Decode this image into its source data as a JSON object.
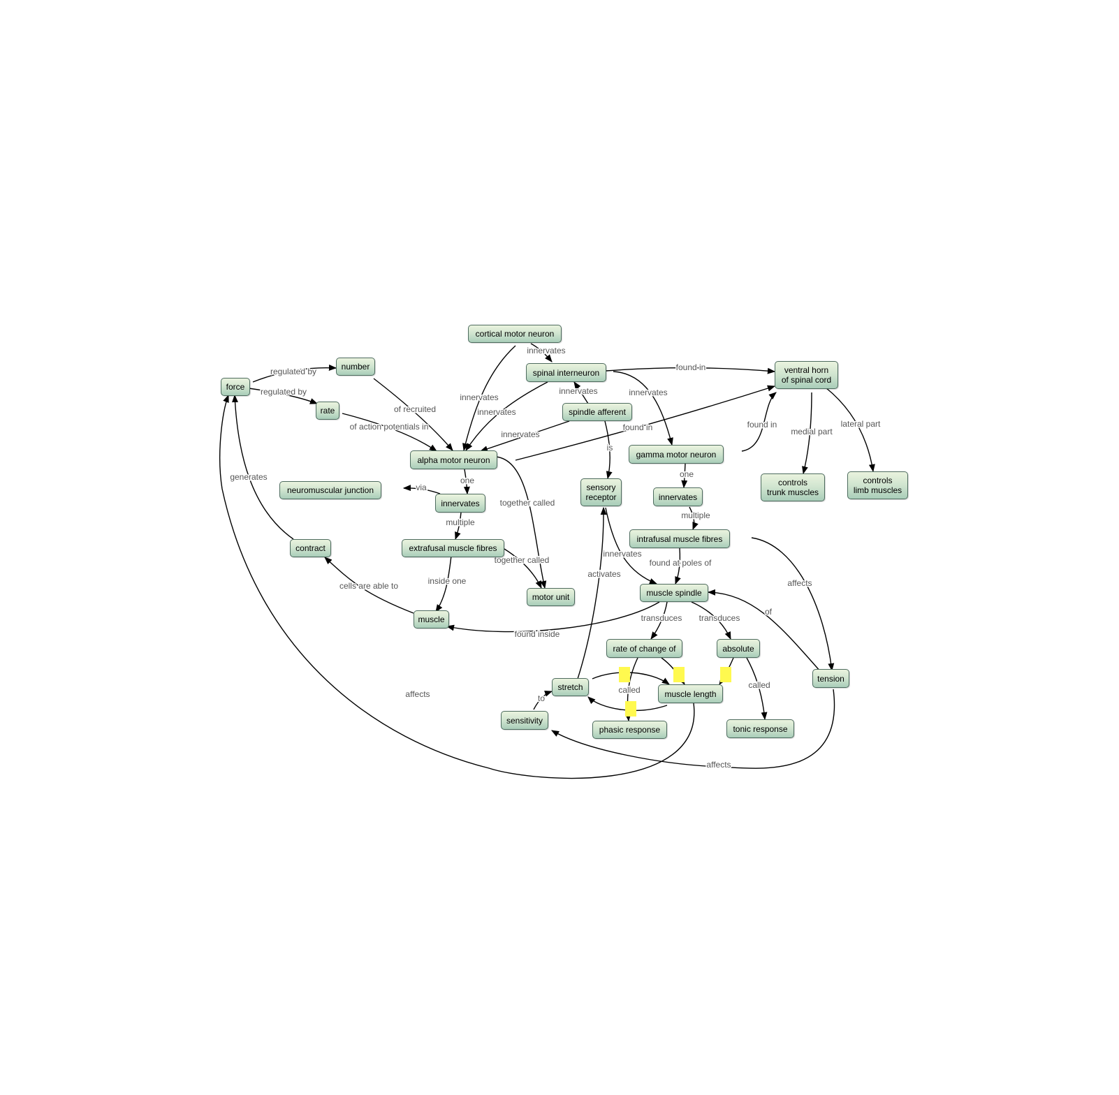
{
  "diagram": {
    "nodes": {
      "cortical_motor_neuron": "cortical motor neuron",
      "spinal_interneuron": "spinal interneuron",
      "ventral_horn": "ventral horn\nof spinal cord",
      "number": "number",
      "force": "force",
      "rate": "rate",
      "spindle_afferent": "spindle afferent",
      "alpha_motor_neuron": "alpha motor neuron",
      "gamma_motor_neuron": "gamma motor neuron",
      "controls_trunk": "controls\ntrunk muscles",
      "controls_limb": "controls\nlimb muscles",
      "neuromuscular_junction": "neuromuscular junction",
      "sensory_receptor": "sensory\nreceptor",
      "innervates_alpha": "innervates",
      "innervates_gamma": "innervates",
      "intrafusal": "intrafusal muscle fibres",
      "contract": "contract",
      "extrafusal": "extrafusal muscle fibres",
      "motor_unit": "motor unit",
      "muscle_spindle": "muscle spindle",
      "muscle": "muscle",
      "rate_of_change": "rate of change of",
      "absolute": "absolute",
      "tension": "tension",
      "stretch": "stretch",
      "muscle_length": "muscle length",
      "sensitivity": "sensitivity",
      "phasic_response": "phasic response",
      "tonic_response": "tonic response"
    },
    "links": {
      "cm_innervates_si": "innervates",
      "cm_innervates_amn": "innervates",
      "si_found_in": "found in",
      "si_innervates_amn": "innervates",
      "sa_innervates_si": "innervates",
      "si_innervates_gmn": "innervates",
      "force_regulated_number": "regulated by",
      "force_regulated_rate": "regulated by",
      "of_recruited": "of recruited",
      "of_action_potentials": "of action potentials in",
      "sa_innervates_amn": "innervates",
      "amn_found_in": "found in",
      "sa_is": "is",
      "gmn_found_in": "found in",
      "medial_part": "medial part",
      "lateral_part": "lateral part",
      "generates": "generates",
      "amn_one": "one",
      "via": "via",
      "amn_together_called": "together called",
      "gmn_one": "one",
      "amn_multiple": "multiple",
      "gmn_multiple": "multiple",
      "ef_together_called": "together called",
      "sr_innervates_ms": "innervates",
      "found_at_poles": "found at poles of",
      "affects_tension": "affects",
      "inside_one": "inside one",
      "cells_able_to": "cells are able to",
      "activates": "activates",
      "of_tension": "of",
      "found_inside": "found inside",
      "transduces_rate": "transduces",
      "transduces_absolute": "transduces",
      "called_phasic": "called",
      "called_tonic": "called",
      "to": "to",
      "affects_force": "affects",
      "affects_sensitivity": "affects"
    }
  }
}
